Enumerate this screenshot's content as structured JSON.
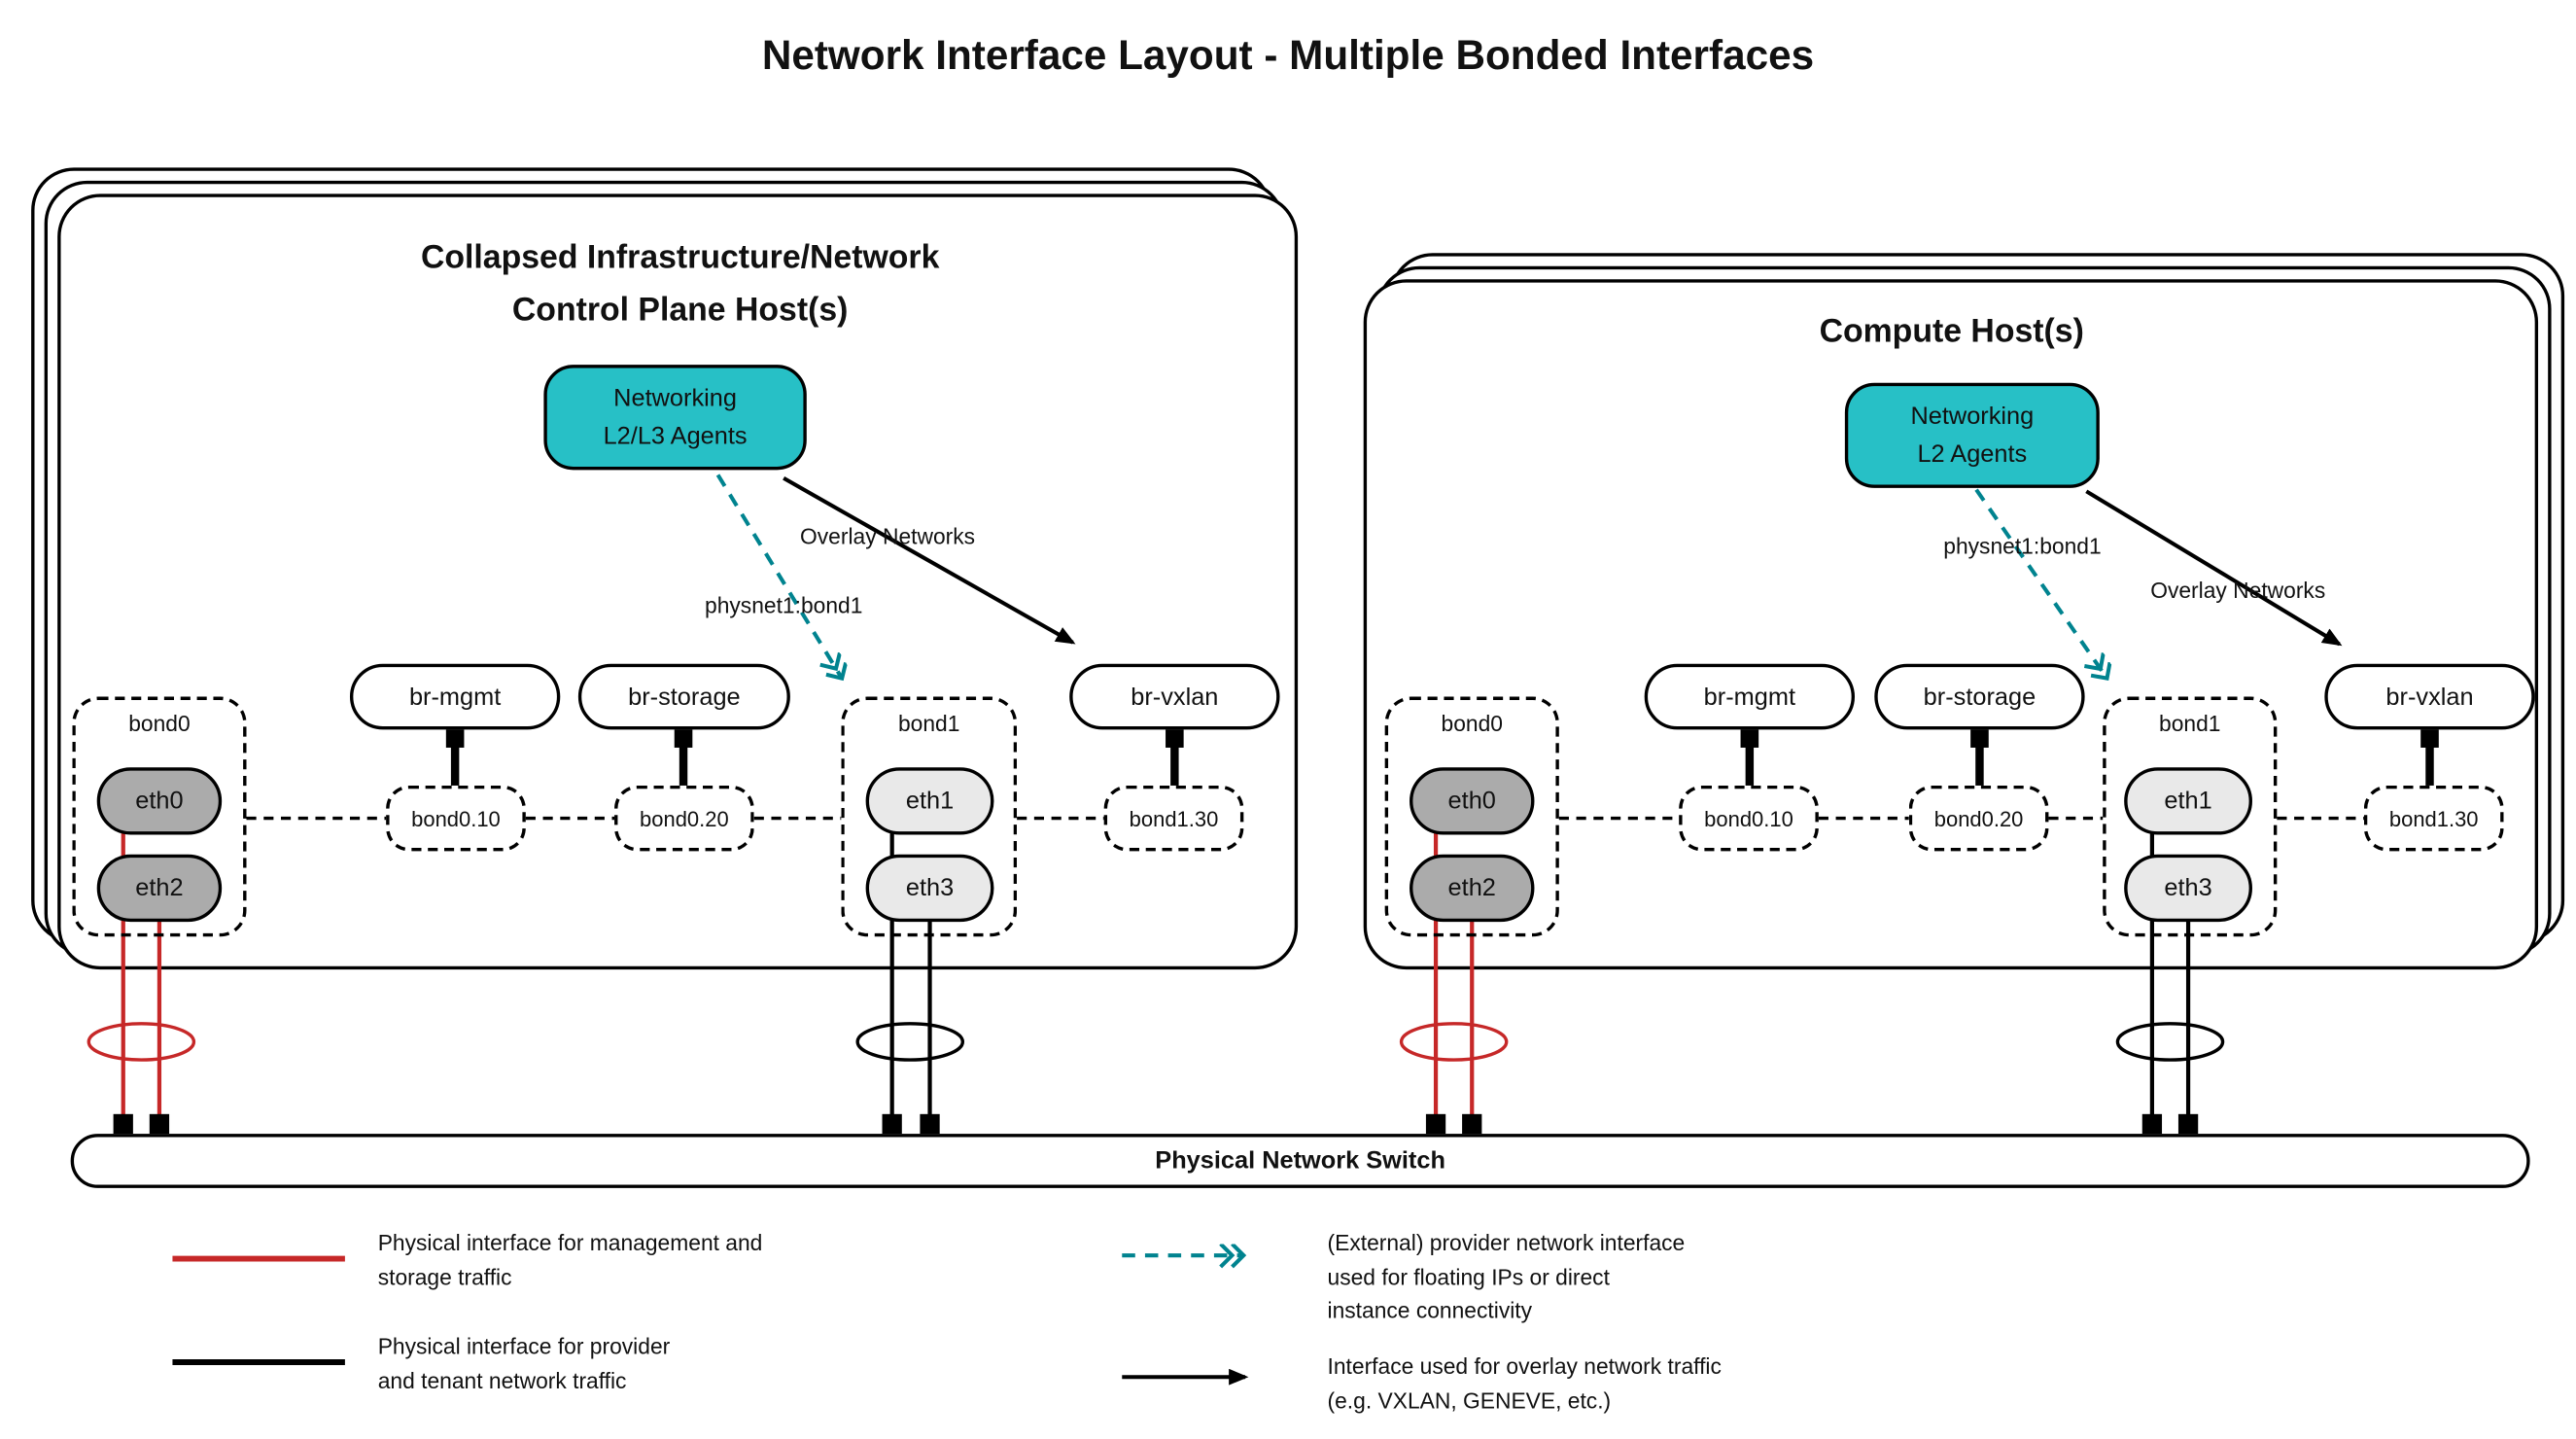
{
  "title": "Network Interface Layout - Multiple Bonded Interfaces",
  "hosts": {
    "left": {
      "title": "Collapsed Infrastructure/Network\nControl Plane Host(s)",
      "agent": "Networking\nL2/L3 Agents",
      "overlay_label": "Overlay Networks",
      "physnet_label": "physnet1:bond1",
      "nodes": {
        "bond0": "bond0",
        "eth0": "eth0",
        "eth2": "eth2",
        "br_mgmt": "br-mgmt",
        "br_storage": "br-storage",
        "bond0_10": "bond0.10",
        "bond0_20": "bond0.20",
        "bond1": "bond1",
        "eth1": "eth1",
        "eth3": "eth3",
        "br_vxlan": "br-vxlan",
        "bond1_30": "bond1.30"
      }
    },
    "right": {
      "title": "Compute Host(s)",
      "agent": "Networking\nL2 Agents",
      "overlay_label": "Overlay Networks",
      "physnet_label": "physnet1:bond1",
      "nodes": {
        "bond0": "bond0",
        "eth0": "eth0",
        "eth2": "eth2",
        "br_mgmt": "br-mgmt",
        "br_storage": "br-storage",
        "bond0_10": "bond0.10",
        "bond0_20": "bond0.20",
        "bond1": "bond1",
        "eth1": "eth1",
        "eth3": "eth3",
        "br_vxlan": "br-vxlan",
        "bond1_30": "bond1.30"
      }
    }
  },
  "switch_bar": {
    "label": "Physical Network Switch"
  },
  "legend": {
    "mgmt_storage": "Physical interface for management and\nstorage traffic",
    "provider_tenant": "Physical interface for provider\nand tenant network traffic",
    "external_provider": "(External) provider network interface\nused for floating IPs or direct\ninstance connectivity",
    "overlay": "Interface used for overlay network traffic\n(e.g. VXLAN, GENEVE, etc.)"
  },
  "colors": {
    "agent_fill": "#27C0C6",
    "provider_arrow": "#00838F",
    "mgmt_line": "#C62828",
    "eth_dark": "#ABABAB",
    "eth_light": "#E9E9E9"
  }
}
